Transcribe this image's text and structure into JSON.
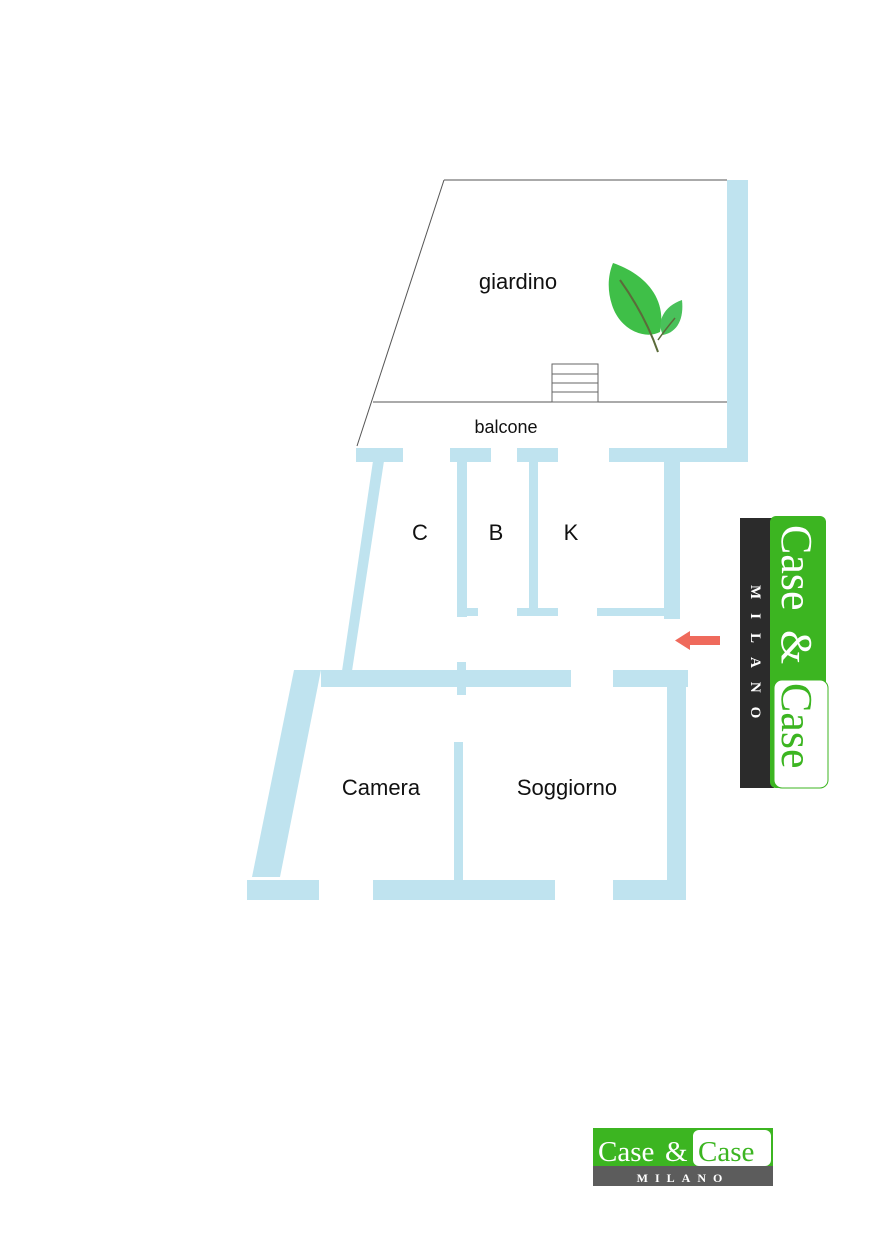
{
  "rooms": {
    "garden": "giardino",
    "balcony": "balcone",
    "closet": "C",
    "bath": "B",
    "kitchen": "K",
    "bedroom": "Camera",
    "living": "Soggiorno"
  },
  "logo": {
    "word1": "Case",
    "amp": "&",
    "word2": "Case",
    "city": "MILANO"
  },
  "colors": {
    "wall": "#bfe3ef",
    "brand_green": "#3cb521",
    "brand_dark": "#2b2b2b",
    "entrance_arrow": "#ef6a5c"
  }
}
